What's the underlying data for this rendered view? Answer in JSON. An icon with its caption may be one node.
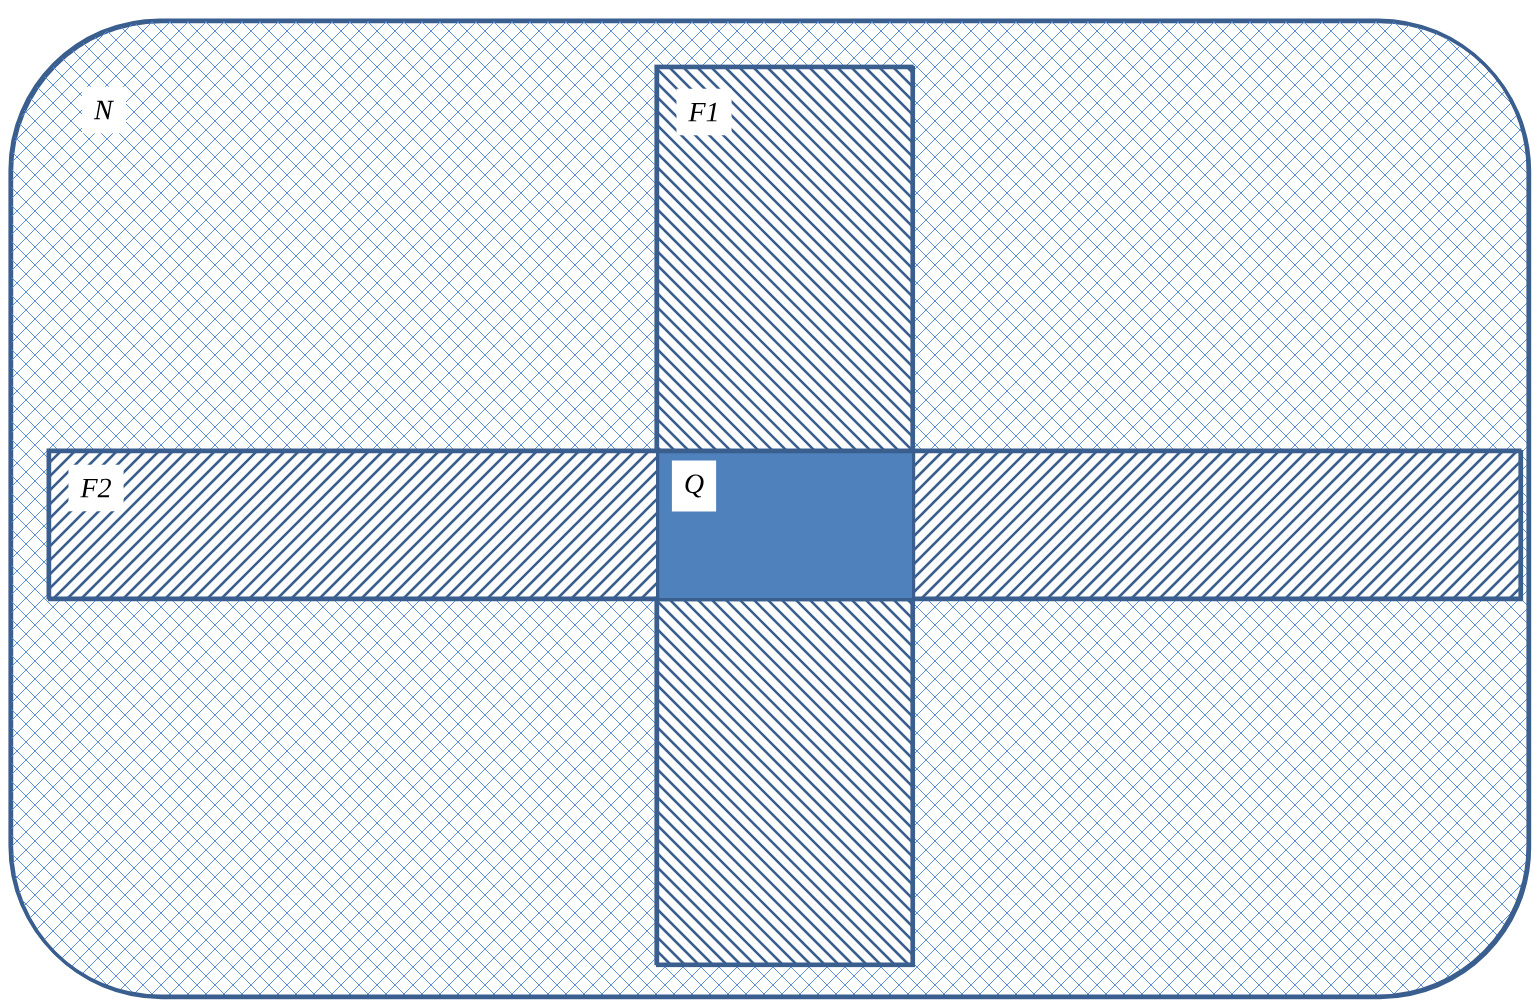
{
  "diagram": {
    "nodes": [
      {
        "text": [
          "*N*"
        ]
      },
      {
        "text": [
          "*F1*"
        ],
        "in": 0
      },
      {
        "text": [
          "*F2*"
        ],
        "in": 0
      },
      {
        "text": [
          "*Q*"
        ]
      }
    ]
  }
}
